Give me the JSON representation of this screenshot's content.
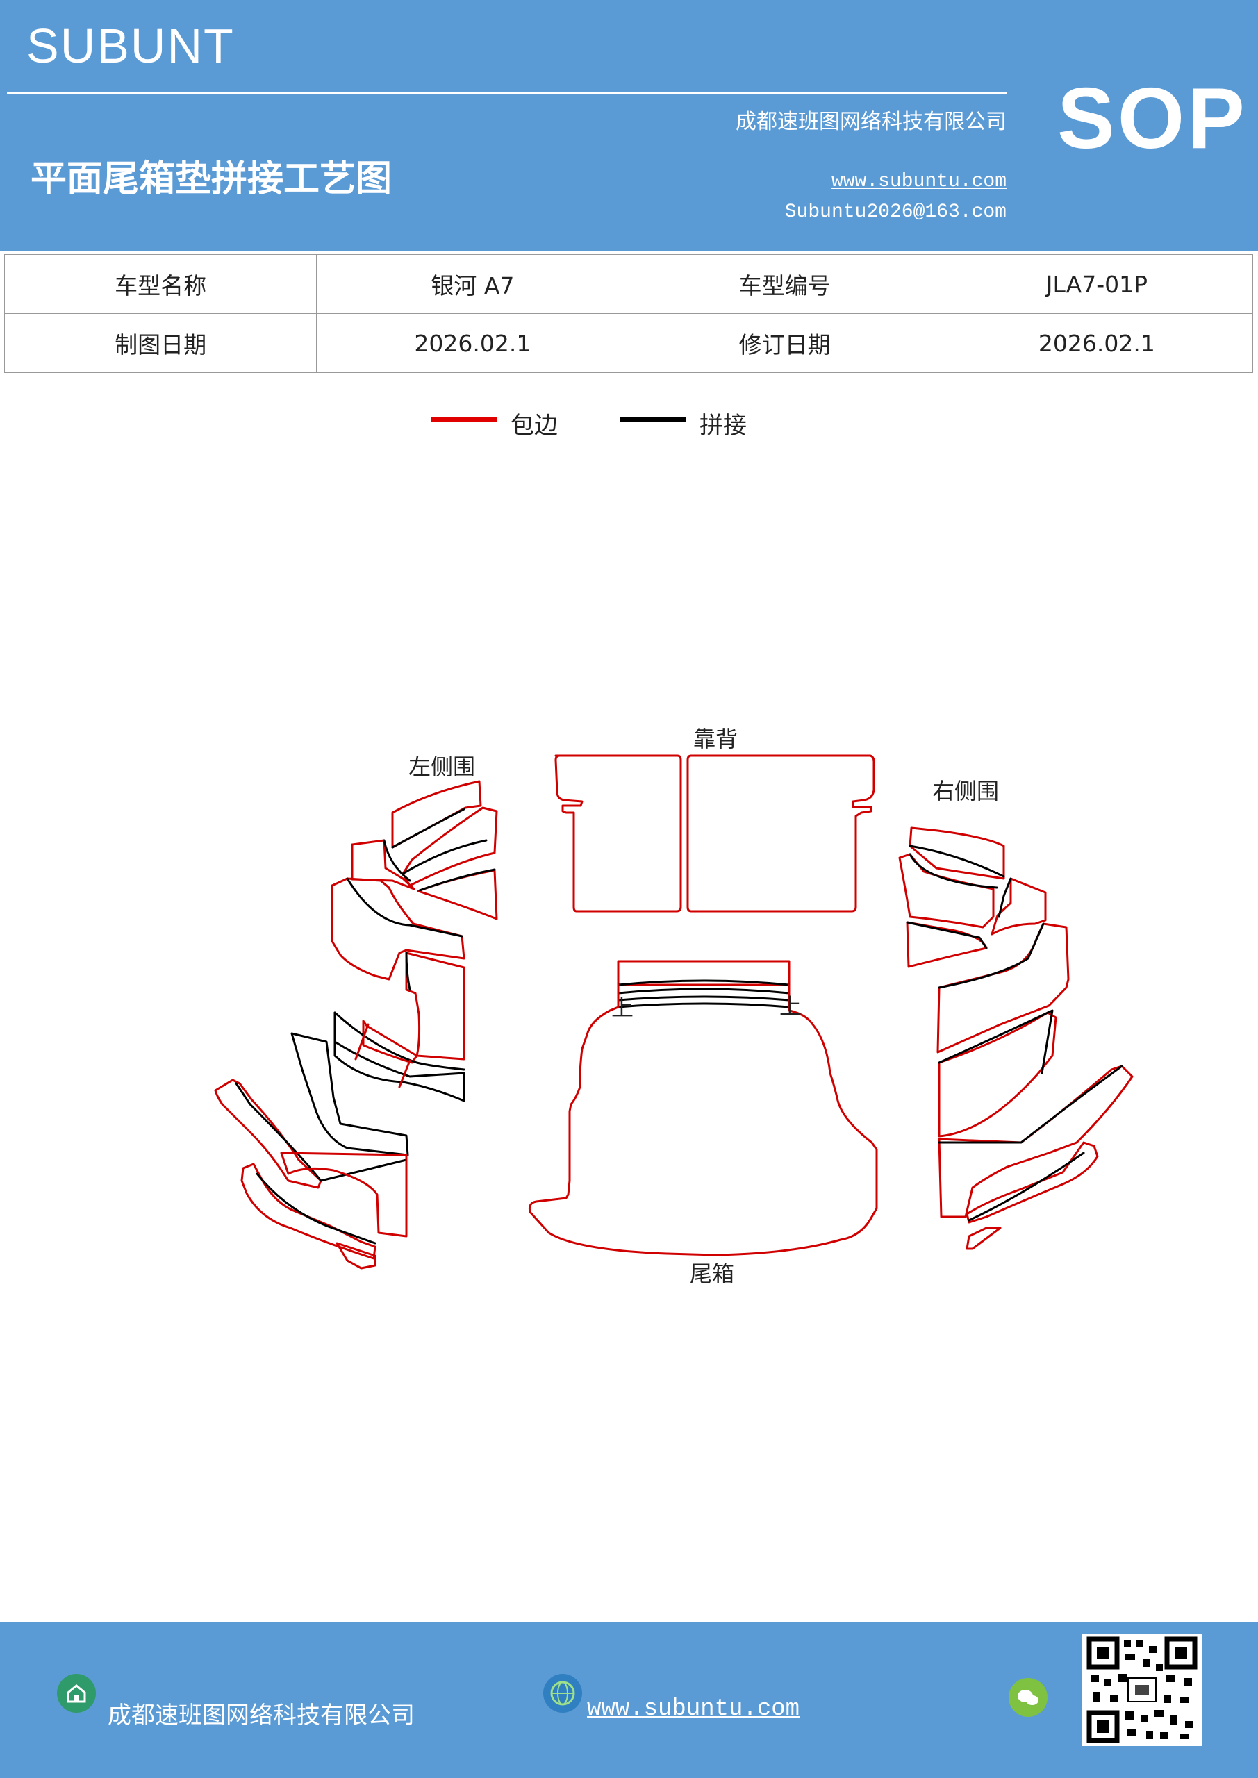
{
  "header": {
    "brand": "SUBUNT",
    "title": "平面尾箱垫拼接工艺图",
    "company": "成都速班图网络科技有限公司",
    "website": "www.subuntu.com",
    "email": "Subuntu2026@163.com",
    "badge": "SOP"
  },
  "info": {
    "model_name_label": "车型名称",
    "model_name": "银河 A7",
    "model_code_label": "车型编号",
    "model_code": "JLA7-01P",
    "draw_date_label": "制图日期",
    "draw_date": "2026.02.1",
    "revise_date_label": "修订日期",
    "revise_date": "2026.02.1"
  },
  "legend": {
    "edge_label": "包边",
    "edge_color": "#e00000",
    "seam_label": "拼接",
    "seam_color": "#000000"
  },
  "diagram": {
    "left_side_label": "左侧围",
    "backrest_label": "靠背",
    "right_side_label": "右侧围",
    "trunk_label": "尾箱",
    "up_mark": "上"
  },
  "footer": {
    "company": "成都速班图网络科技有限公司",
    "website": "www.subuntu.com",
    "home_icon": "home-icon",
    "globe_icon": "globe-icon",
    "wechat_icon": "wechat-icon",
    "qr_icon": "qr-code-icon"
  }
}
